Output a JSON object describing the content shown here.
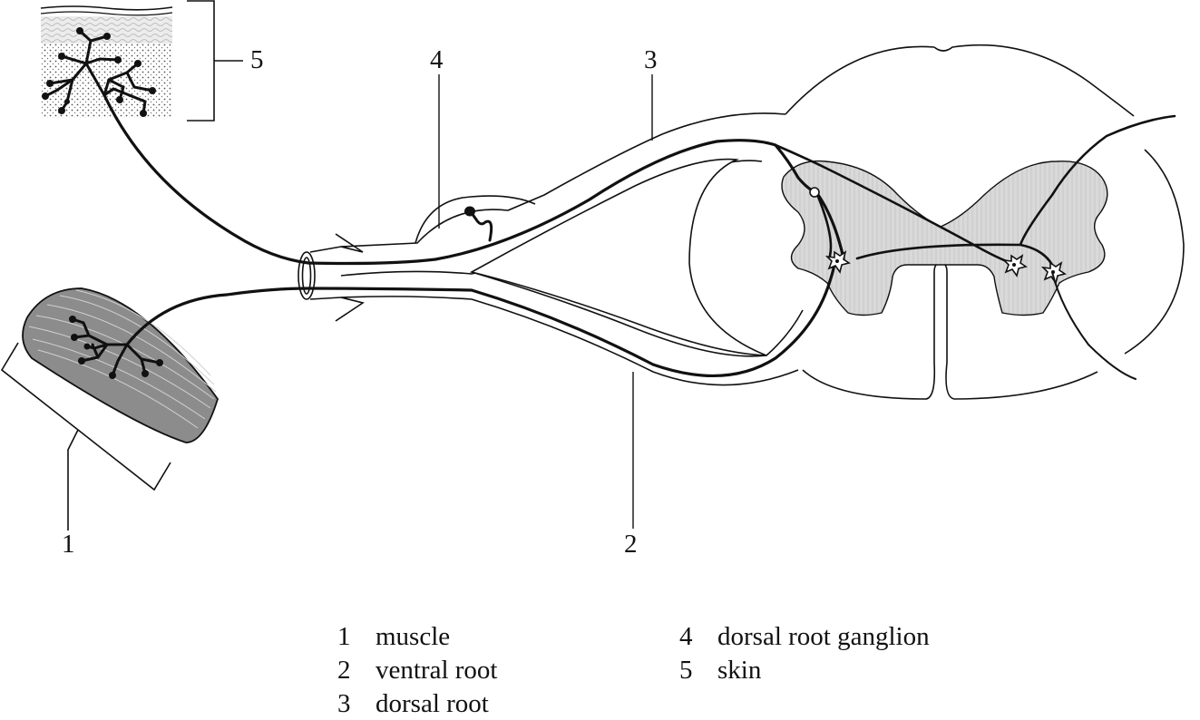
{
  "callouts": [
    "1",
    "2",
    "3",
    "4",
    "5"
  ],
  "legend": [
    {
      "number": "1",
      "label": "muscle"
    },
    {
      "number": "2",
      "label": "ventral root"
    },
    {
      "number": "3",
      "label": "dorsal root"
    },
    {
      "number": "4",
      "label": "dorsal root ganglion"
    },
    {
      "number": "5",
      "label": "skin"
    }
  ],
  "colors": {
    "line": "#111111",
    "grey_matter": "#d9d9d9",
    "muscle": "#8c8c8c",
    "skin_layer": "#c8c8c8"
  }
}
